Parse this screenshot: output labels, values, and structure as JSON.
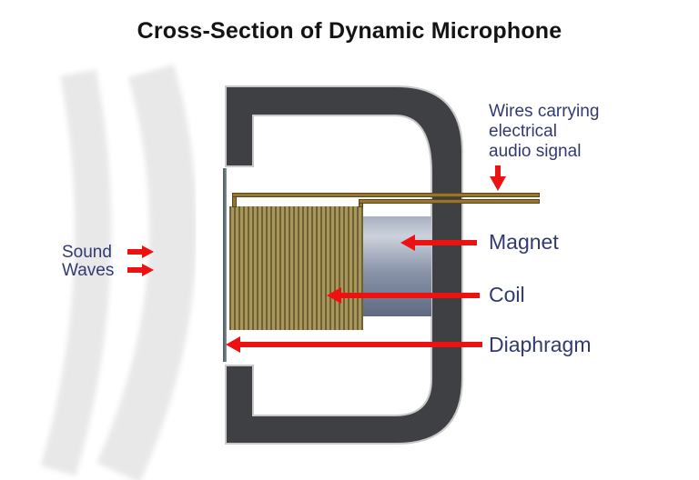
{
  "title": "Cross-Section of Dynamic Microphone",
  "labels": {
    "sound_lines": [
      "Sound",
      "Waves"
    ],
    "wires_lines": [
      "Wires carrying",
      "electrical",
      "audio signal"
    ],
    "magnet": "Magnet",
    "coil": "Coil",
    "diaphragm": "Diaphragm"
  },
  "colors": {
    "accent_red": "#ee1111",
    "label_navy": "#323a72",
    "title_black": "#141414",
    "housing_gray": "#3e4043",
    "housing_outline": "#c9c9c9",
    "coil_base": "#a9965a",
    "coil_stripe": "#6e6234",
    "wire_brown": "#96762f",
    "wire_edge": "#5b461b",
    "magnet_light": "#ccd2dd",
    "magnet_dark": "#5f6980",
    "diaphragm_gray": "#5d706f",
    "wave_gray": "#e8e8e8"
  }
}
